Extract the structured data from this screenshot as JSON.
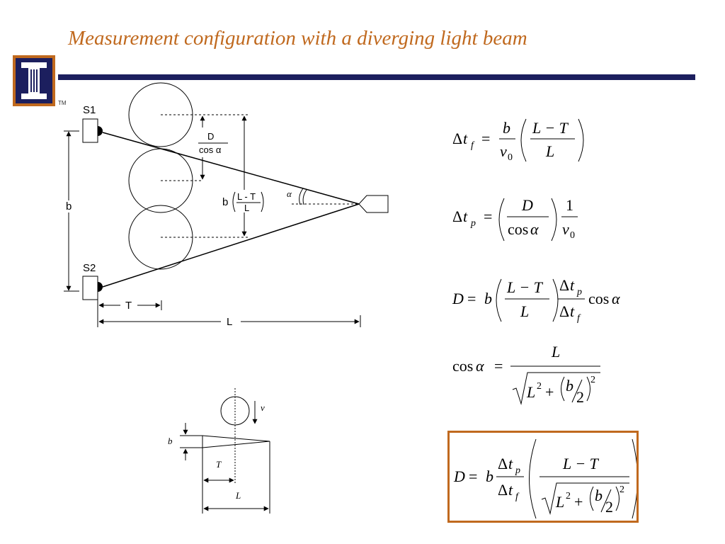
{
  "slide": {
    "title": "Measurement configuration with a diverging light beam",
    "trademark": "TM",
    "colors": {
      "title": "#c0691e",
      "rule": "#1c1f5e",
      "box_border": "#c0691e"
    }
  },
  "diagram_main": {
    "sensor1": "S1",
    "sensor2": "S2",
    "label_b": "b",
    "label_T": "T",
    "label_L": "L",
    "label_D": "D",
    "label_cos_alpha": "cos α",
    "label_b_prefix": "b",
    "label_L_minus_T": "L - T",
    "label_L_den": "L",
    "label_alpha": "α"
  },
  "diagram_small": {
    "label_v": "v",
    "label_b": "b",
    "label_T": "T",
    "label_L": "L"
  },
  "equations": {
    "eq1": {
      "lhs_delta": "Δ",
      "lhs_t": "t",
      "lhs_sub": "f",
      "eq": "=",
      "num_b": "b",
      "den_v": "v",
      "den_sub": "0",
      "frac2_num": "L − T",
      "frac2_den": "L"
    },
    "eq2": {
      "lhs_delta": "Δ",
      "lhs_t": "t",
      "lhs_sub": "p",
      "eq": "=",
      "frac1_num": "D",
      "frac1_den_cos": "cos",
      "frac1_den_alpha": "α",
      "frac2_num": "1",
      "frac2_den_v": "v",
      "frac2_den_sub": "0"
    },
    "eq3": {
      "lhs": "D",
      "eq": "=",
      "coef": "b",
      "frac1_num": "L − T",
      "frac1_den": "L",
      "frac2_num_delta": "Δ",
      "frac2_num_t": "t",
      "frac2_num_sub": "p",
      "frac2_den_delta": "Δ",
      "frac2_den_t": "t",
      "frac2_den_sub": "f",
      "tail_cos": "cos",
      "tail_alpha": "α"
    },
    "eq4": {
      "lhs_cos": "cos",
      "lhs_alpha": "α",
      "eq": "=",
      "num": "L",
      "den_L": "L",
      "den_L_exp": "2",
      "den_plus": "+",
      "den_b": "b",
      "den_2": "2",
      "den_exp": "2"
    },
    "eq5": {
      "lhs": "D",
      "eq": "=",
      "coef": "b",
      "frac1_num_delta": "Δ",
      "frac1_num_t": "t",
      "frac1_num_sub": "p",
      "frac1_den_delta": "Δ",
      "frac1_den_t": "t",
      "frac1_den_sub": "f",
      "frac2_num": "L − T",
      "den_L": "L",
      "den_L_exp": "2",
      "den_plus": "+",
      "den_b": "b",
      "den_2": "2",
      "den_exp": "2"
    }
  }
}
